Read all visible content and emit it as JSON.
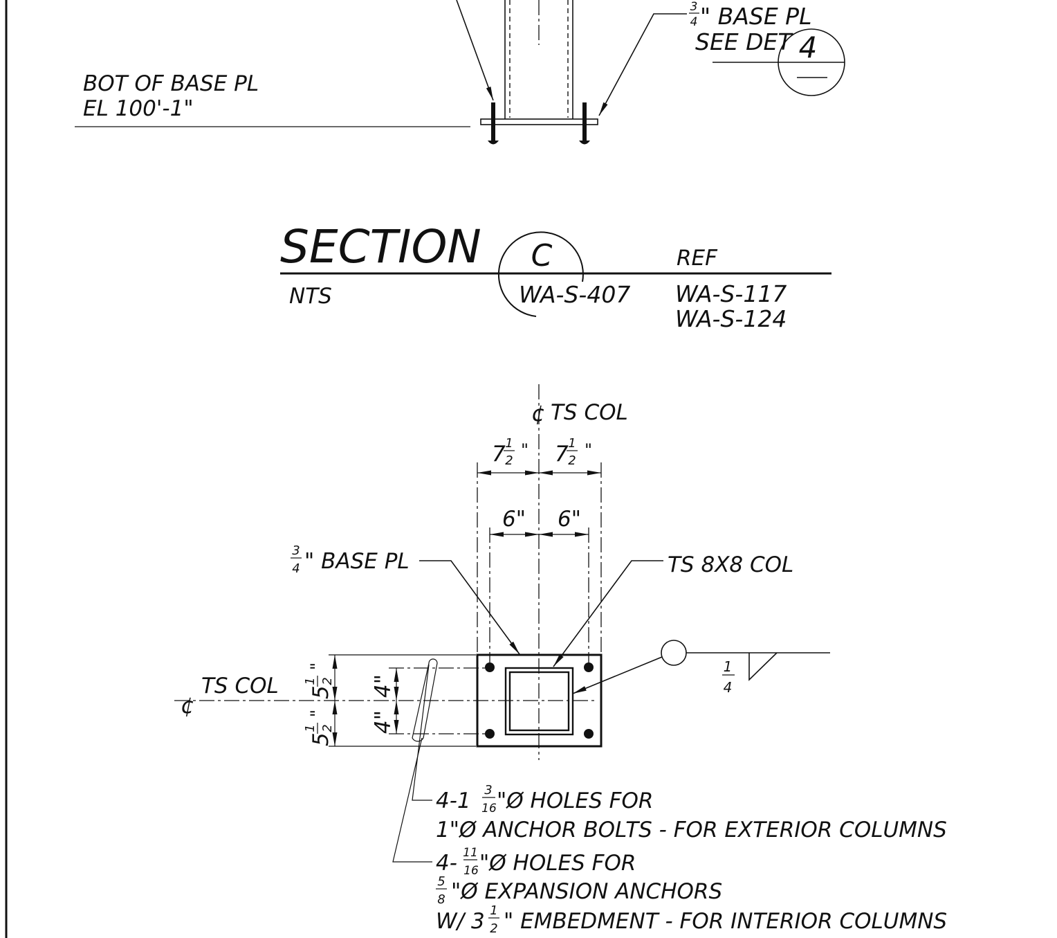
{
  "top_detail": {
    "base_pl_callout": {
      "numerator": "3",
      "denominator": "4",
      "text": "\" BASE PL",
      "see_det": "SEE DET"
    },
    "detail_bubble": {
      "number": "4",
      "sheet": "—"
    },
    "elevation_note": {
      "line1": "BOT OF BASE PL",
      "line2": "EL 100'-1\""
    }
  },
  "section_title": {
    "title": "SECTION",
    "scale": "NTS",
    "bubble_letter": "C",
    "bubble_sheet": "WA-S-407",
    "ref_label": "REF",
    "ref_sheets": [
      "WA-S-117",
      "WA-S-124"
    ]
  },
  "plan_detail": {
    "centerline_vertical": "TS COL",
    "centerline_horizontal": "TS COL",
    "centerline_symbol": "¢",
    "dim_top_outer": {
      "whole": "7",
      "numerator": "1",
      "denominator": "2",
      "unit": "\""
    },
    "dim_top_inner": "6\"",
    "dim_left_outer": {
      "whole": "5",
      "numerator": "1",
      "denominator": "2",
      "unit": "\""
    },
    "dim_left_inner": "4\"",
    "base_pl_label": {
      "numerator": "3",
      "denominator": "4",
      "text": "\" BASE PL"
    },
    "column_label": "TS 8X8 COL",
    "weld_symbol": {
      "numerator": "1",
      "denominator": "4"
    },
    "note_exterior": {
      "prefix": "4-1",
      "numerator": "3",
      "denominator": "16",
      "suffix": "\"Ø HOLES FOR",
      "line2": "1\"Ø ANCHOR BOLTS - FOR EXTERIOR COLUMNS"
    },
    "note_interior": {
      "prefix": "4-",
      "numerator": "11",
      "denominator": "16",
      "suffix": "\"Ø HOLES FOR",
      "line2_numerator": "5",
      "line2_denominator": "8",
      "line2_text": "\"Ø EXPANSION ANCHORS",
      "line3_prefix": "W/ 3",
      "line3_numerator": "1",
      "line3_denominator": "2",
      "line3_text": "\" EMBEDMENT - FOR INTERIOR COLUMNS"
    }
  }
}
